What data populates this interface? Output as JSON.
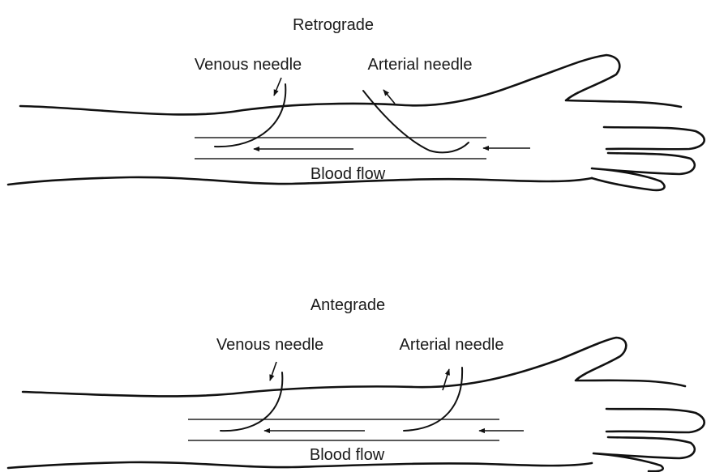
{
  "panels": [
    {
      "title": "Retrograde",
      "venous_label": "Venous needle",
      "arterial_label": "Arterial needle",
      "flow_label": "Blood flow"
    },
    {
      "title": "Antegrade",
      "venous_label": "Venous needle",
      "arterial_label": "Arterial needle",
      "flow_label": "Blood flow"
    }
  ]
}
